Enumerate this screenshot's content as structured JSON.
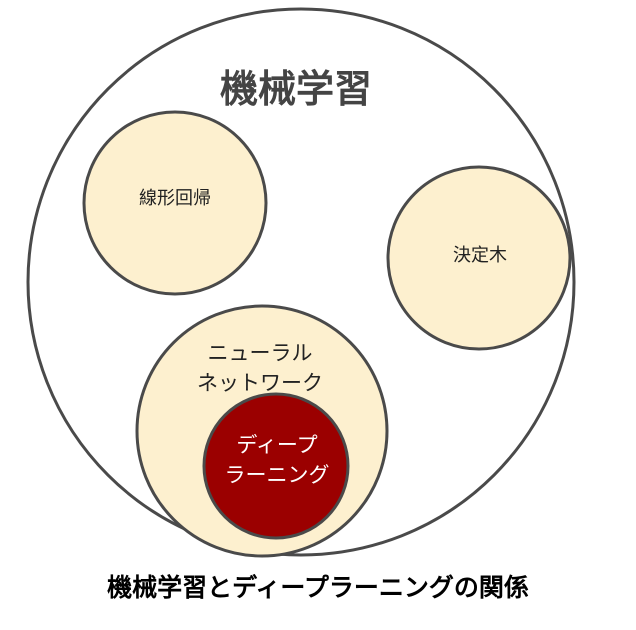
{
  "diagram": {
    "outer_label": "機械学習",
    "linear_regression": "線形回帰",
    "decision_tree": "決定木",
    "neural_net_line1": "ニューラル",
    "neural_net_line2": "ネットワーク",
    "deep_learning_line1": "ディープ",
    "deep_learning_line2": "ラーニング",
    "caption": "機械学習とディープラーニングの関係"
  },
  "colors": {
    "circle_fill": "#fdf0cf",
    "circle_stroke": "#4a4a4a",
    "deep_learning_fill": "#9b0000",
    "background": "#ffffff"
  }
}
